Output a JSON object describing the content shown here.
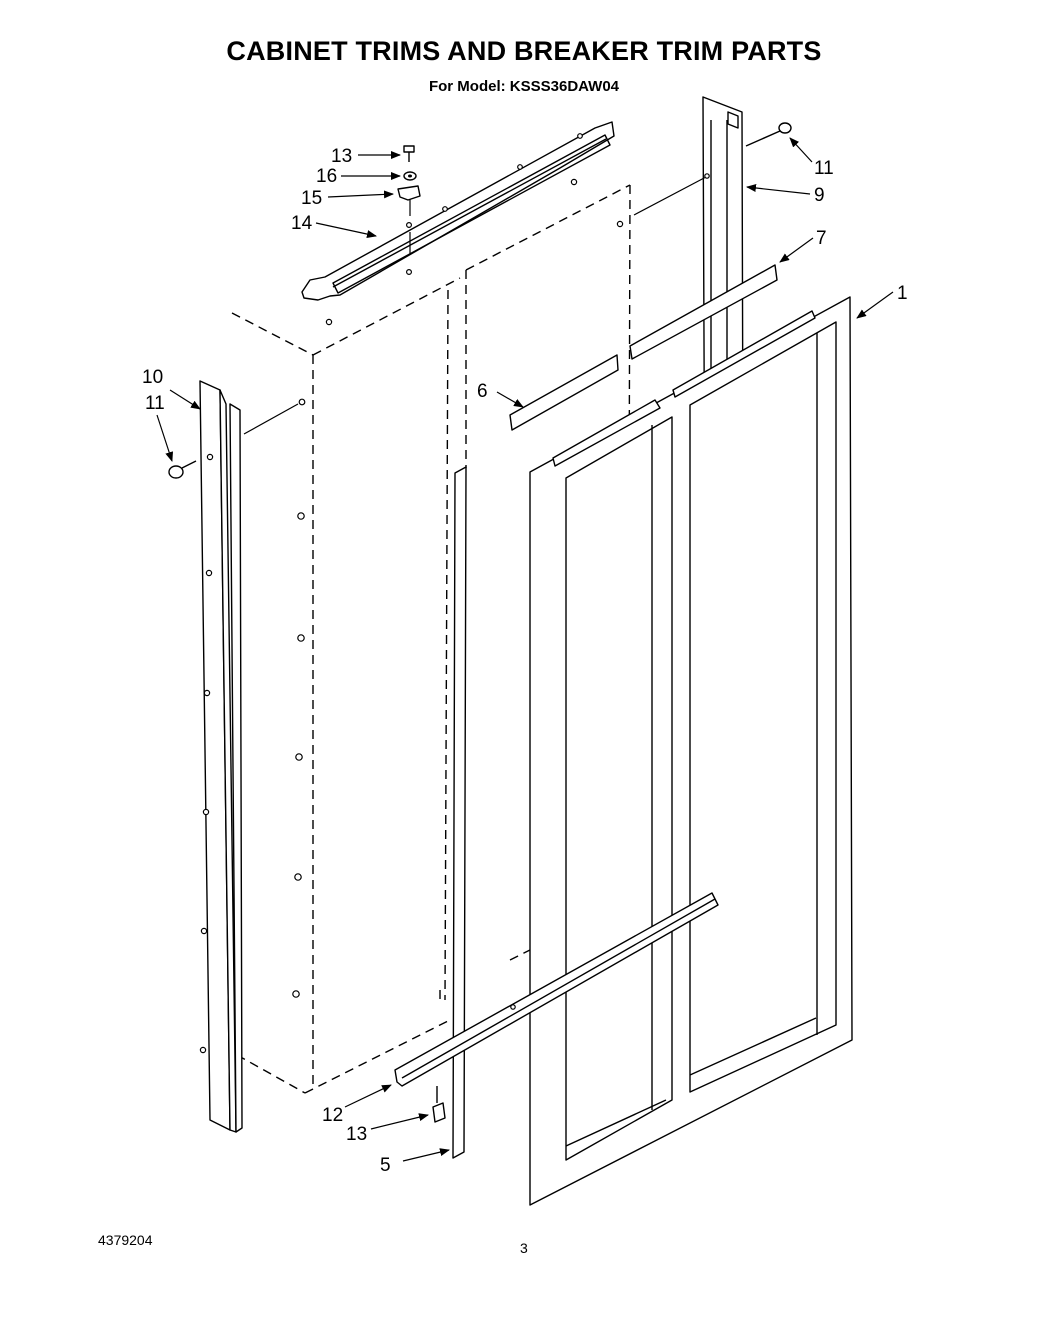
{
  "title": "CABINET TRIMS AND BREAKER TRIM PARTS",
  "subtitle": "For Model: KSSS36DAW04",
  "footer": {
    "document_number": "4379204",
    "page_number": "3"
  },
  "callouts": {
    "c13a": "13",
    "c16": "16",
    "c15": "15",
    "c14": "14",
    "c11a": "11",
    "c9": "9",
    "c7": "7",
    "c1": "1",
    "c10": "10",
    "c11b": "11",
    "c6": "6",
    "c12": "12",
    "c13b": "13",
    "c5": "5"
  }
}
